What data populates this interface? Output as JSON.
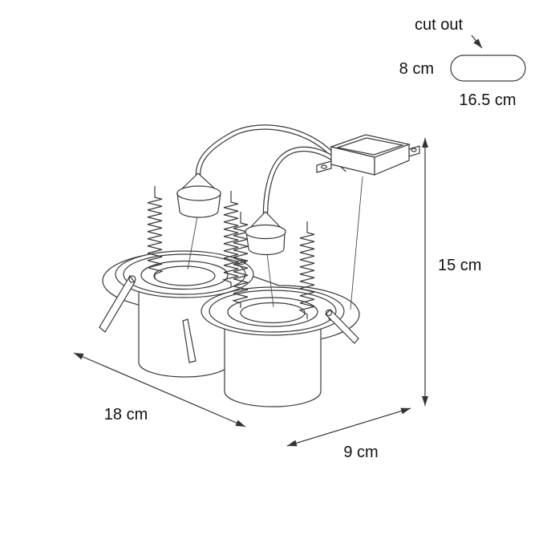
{
  "diagram": {
    "labels": {
      "cut_out": "cut out",
      "cutout_height": "8 cm",
      "cutout_width": "16.5 cm",
      "height": "15 cm",
      "width": "18 cm",
      "depth": "9 cm"
    },
    "colors": {
      "line": "#3a3a3a",
      "text": "#111111",
      "background": "#ffffff"
    }
  }
}
